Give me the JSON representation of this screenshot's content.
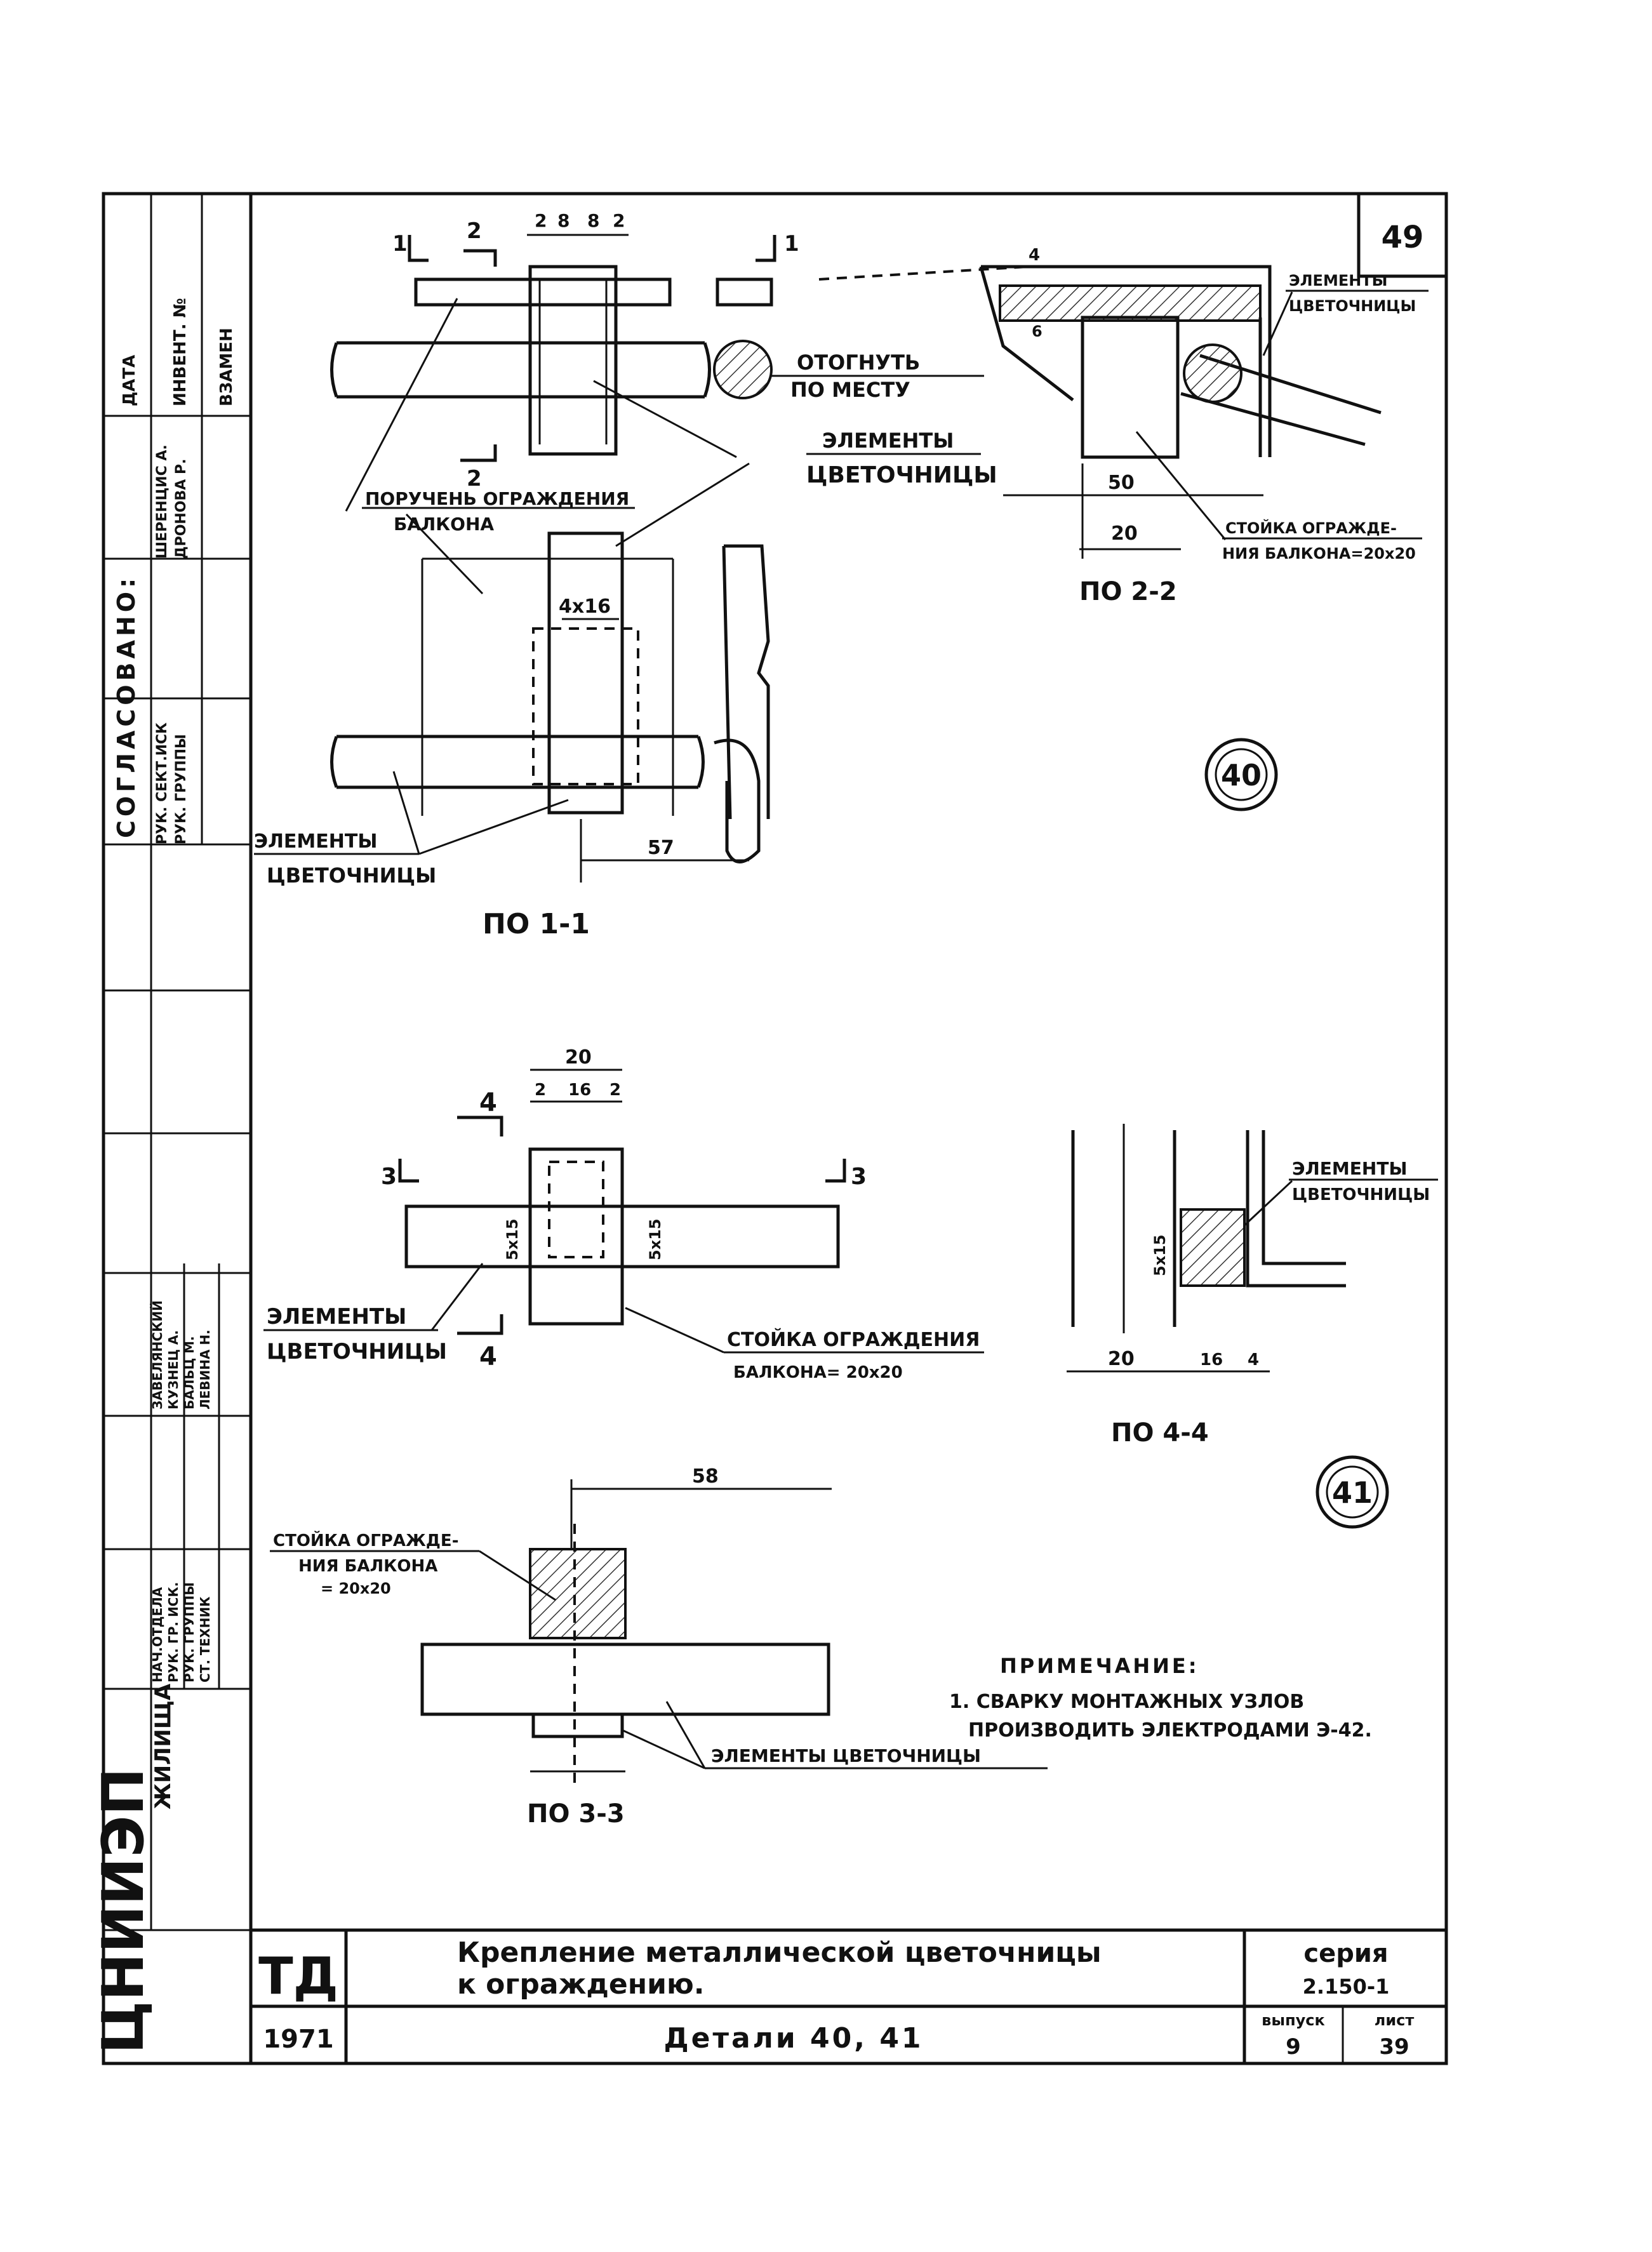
{
  "sheet": {
    "number": "49",
    "detail_marks": [
      "40",
      "41"
    ]
  },
  "sidebar": {
    "title_vertical": "СОГЛАСОВАНО:",
    "rows": [
      {
        "role": "РУК. СЕКТ.ИСК",
        "name": "ШЕРЕНЦИС А."
      },
      {
        "role": "РУК. ГРУППЫ",
        "name": "ДРОНОВА Р."
      }
    ],
    "header_cells": [
      "ДАТА",
      "ИНВЕНТ. №",
      "ВЗАМЕН"
    ],
    "staff": [
      {
        "role": "НАЧ.ОТДЕЛА",
        "name": "ЗАВЕЛЯНСКИЙ"
      },
      {
        "role": "РУК. ГР. ИСК.",
        "name": "КУЗНЕЦ А."
      },
      {
        "role": "РУК. ГРУППЫ",
        "name": "БАЛЬЦ М."
      },
      {
        "role": "СТ. ТЕХНИК",
        "name": "ЛЕВИНА Н."
      }
    ],
    "org": "ЦНИИЭП",
    "org_sub": "ЖИЛИЩА"
  },
  "view_1_1": {
    "section_marks": [
      "1",
      "1",
      "2",
      "2"
    ],
    "dims_top": [
      "2",
      "8",
      "8",
      "2"
    ],
    "dim_4x16": "4x16",
    "dim_57": "57",
    "label_rail_1": "ПОРУЧЕНЬ ОГРАЖДЕНИЯ",
    "label_rail_2": "БАЛКОНА",
    "label_bend_1": "ОТОГНУТЬ",
    "label_bend_2": "ПО МЕСТУ",
    "label_elem_1": "ЭЛЕМЕНТЫ",
    "label_elem_2": "ЦВЕТОЧНИЦЫ",
    "label_elem_b1": "ЭЛЕМЕНТЫ",
    "label_elem_b2": "ЦВЕТОЧНИЦЫ",
    "caption": "ПО 1-1"
  },
  "view_2_2": {
    "dim_4": "4",
    "dim_6": "6",
    "dim_50": "50",
    "dim_20": "20",
    "label_elem_1": "ЭЛЕМЕНТЫ",
    "label_elem_2": "ЦВЕТОЧНИЦЫ",
    "label_post_1": "СТОЙКА ОГРАЖДЕ-",
    "label_post_2": "НИЯ БАЛКОНА=20x20",
    "caption": "ПО 2-2"
  },
  "view_41_plan": {
    "dim_20": "20",
    "dims_sub": [
      "2",
      "16",
      "2"
    ],
    "section_marks": [
      "4",
      "4",
      "3",
      "3"
    ],
    "weld_left": "5x15",
    "weld_right": "5x15",
    "label_elem_1": "ЭЛЕМЕНТЫ",
    "label_elem_2": "ЦВЕТОЧНИЦЫ",
    "label_post_1": "СТОЙКА ОГРАЖДЕНИЯ",
    "label_post_2": "БАЛКОНА= 20x20"
  },
  "view_4_4": {
    "weld": "5x15",
    "dims": [
      "20",
      "16",
      "4"
    ],
    "label_elem_1": "ЭЛЕМЕНТЫ",
    "label_elem_2": "ЦВЕТОЧНИЦЫ",
    "caption": "ПО 4-4"
  },
  "view_3_3": {
    "dim_58": "58",
    "label_post_1": "СТОЙКА ОГРАЖДЕ-",
    "label_post_2": "НИЯ БАЛКОНА",
    "label_post_3": "= 20x20",
    "label_elem": "ЭЛЕМЕНТЫ ЦВЕТОЧНИЦЫ",
    "caption": "ПО 3-3"
  },
  "note": {
    "heading": "ПРИМЕЧАНИЕ:",
    "line_1": "1. СВАРКУ МОНТАЖНЫХ УЗЛОВ",
    "line_2": "ПРОИЗВОДИТЬ ЭЛЕКТРОДАМИ Э-42."
  },
  "title_block": {
    "code": "ТД",
    "year": "1971",
    "title_1": "Крепление металлической цветочницы",
    "title_2": "к ограждению.",
    "subtitle": "Детали 40, 41",
    "series_label": "серия",
    "series_value": "2.150-1",
    "issue_label": "выпуск",
    "issue_value": "9",
    "sheet_label": "лист",
    "sheet_value": "39"
  }
}
